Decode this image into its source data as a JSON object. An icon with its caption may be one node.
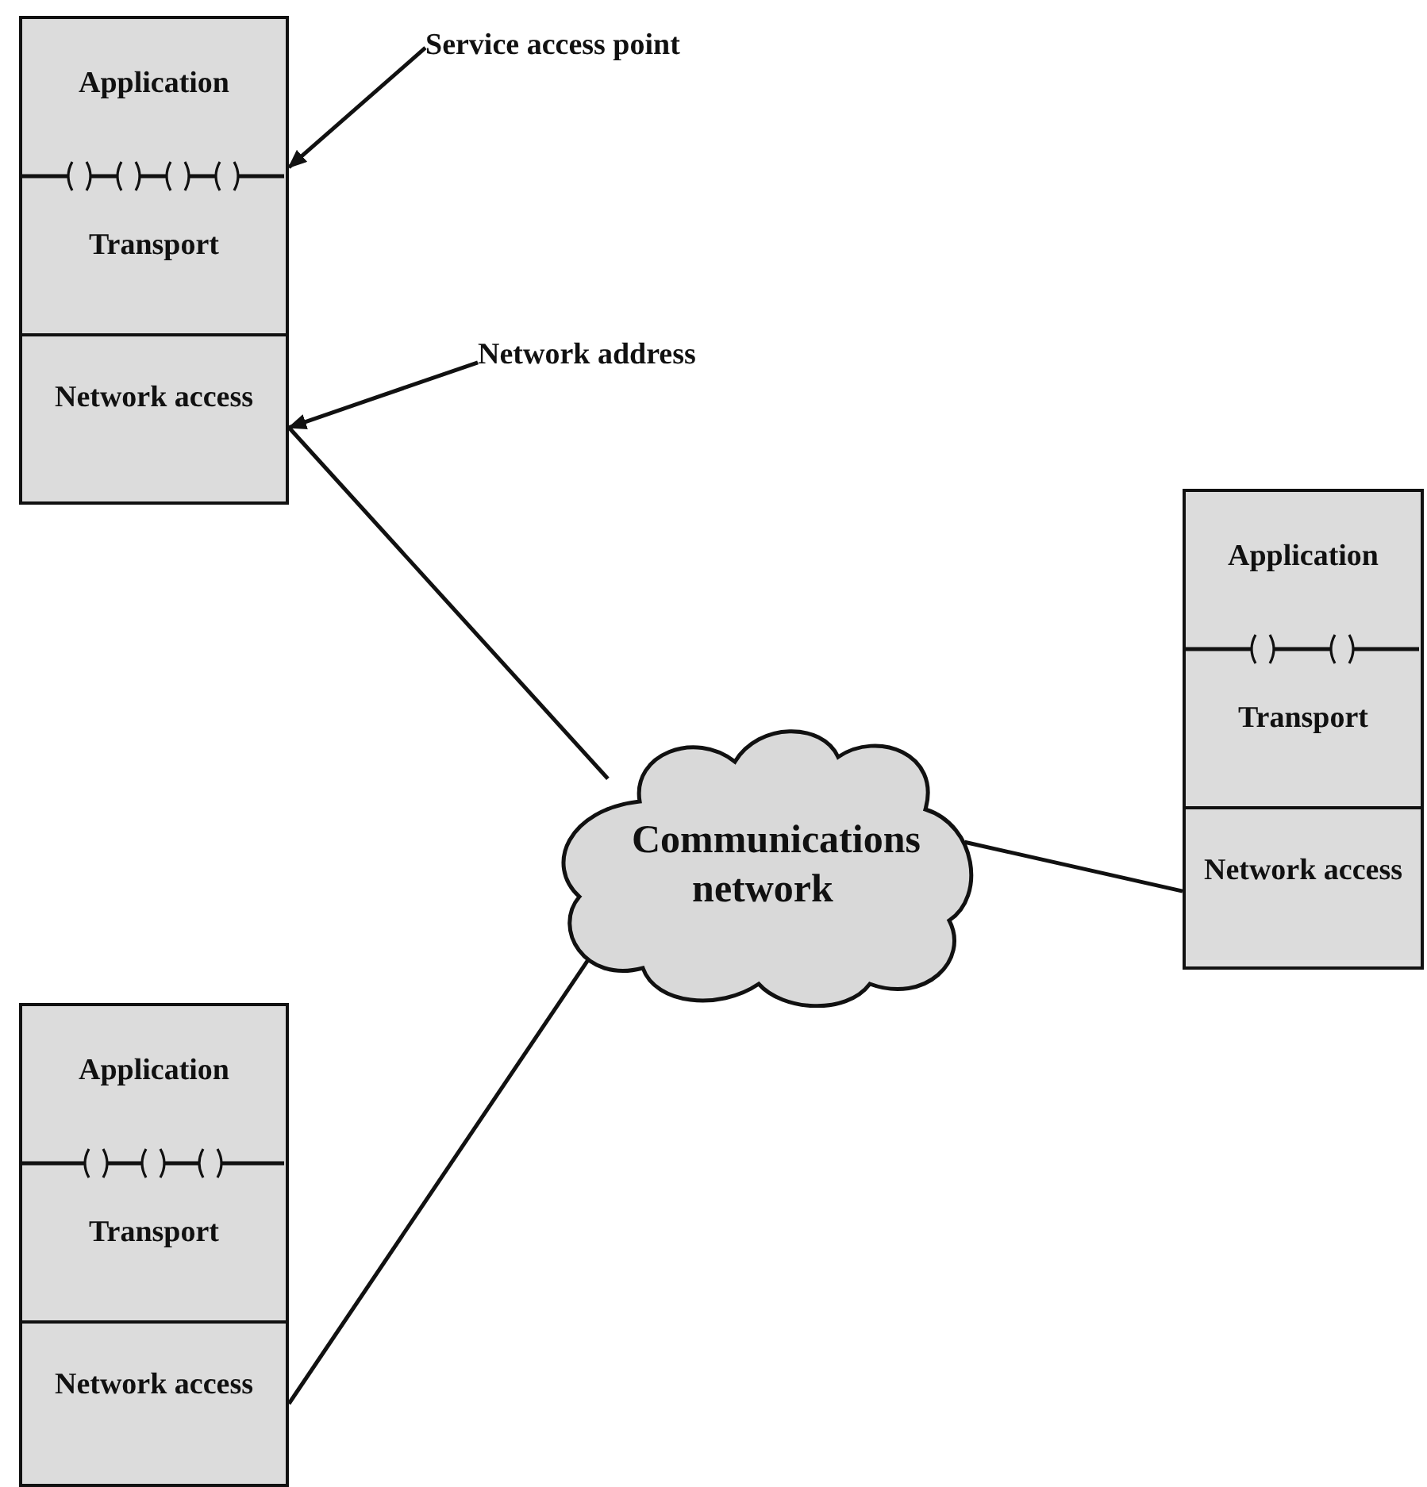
{
  "diagram": {
    "nodes": [
      {
        "text": [
          "Application",
          "Transport"
        ]
      },
      {
        "text": [
          "Network access"
        ]
      },
      {
        "text": [
          "Service access point"
        ]
      },
      {
        "text": [
          "Network address"
        ]
      },
      {
        "text": [
          "Application",
          "Transport"
        ]
      },
      {
        "text": [
          "Communications network"
        ]
      },
      {
        "text": [
          "Network access"
        ]
      },
      {
        "text": [
          "Application",
          "Transport"
        ]
      },
      {
        "text": [
          "Network access"
        ]
      }
    ],
    "edges": [
      {
        "from": 2,
        "to": 0,
        "arrow": "to"
      },
      {
        "from": 3,
        "to": 1,
        "arrow": "to"
      },
      {
        "from": 1,
        "to": 5,
        "arrow": "none"
      },
      {
        "from": 5,
        "to": 6,
        "arrow": "none"
      },
      {
        "from": 8,
        "to": 5,
        "arrow": "none"
      }
    ]
  }
}
